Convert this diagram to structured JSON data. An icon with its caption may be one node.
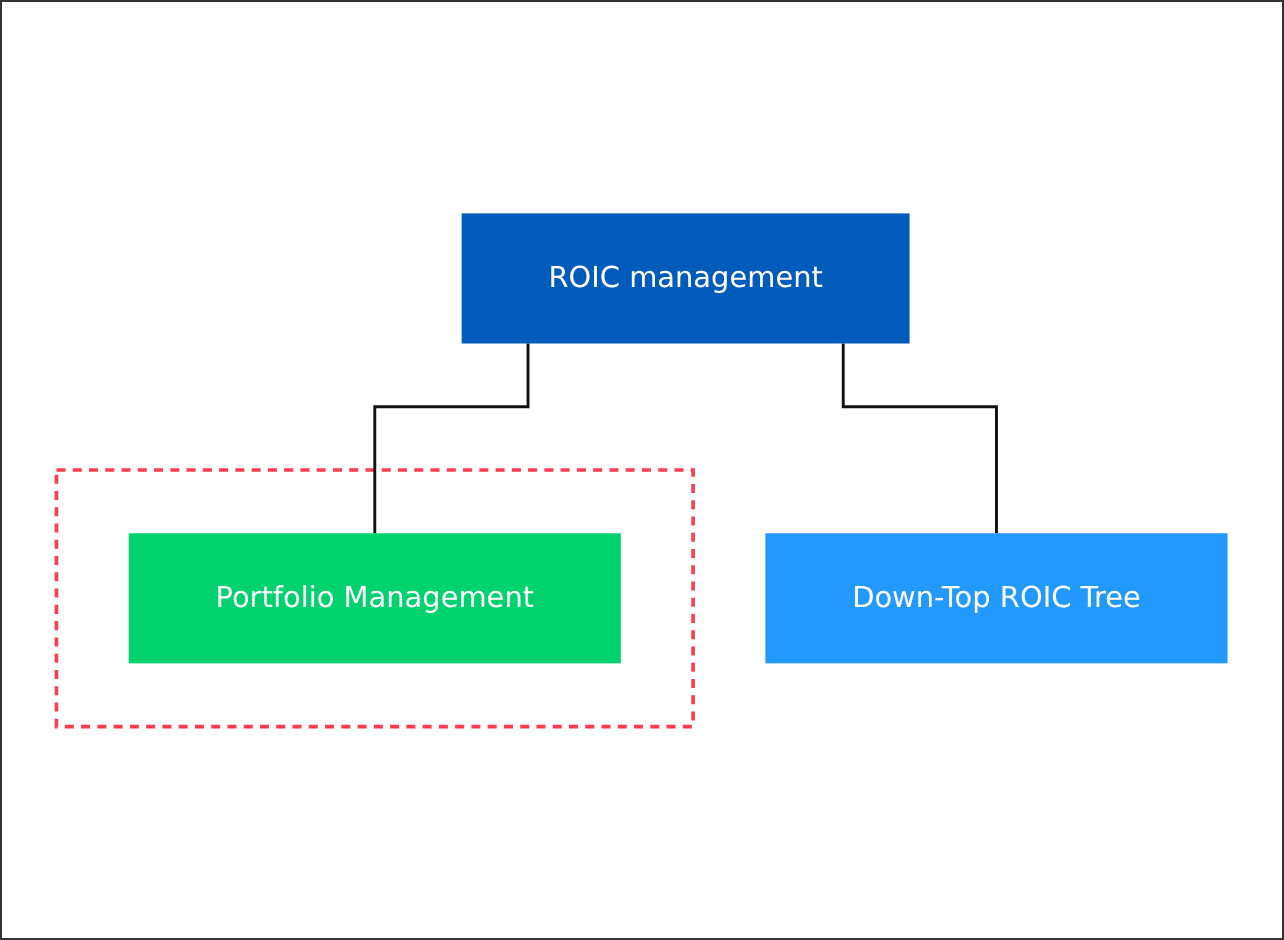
{
  "diagram": {
    "nodes": [
      {
        "text": [
          "ROIC management"
        ]
      },
      {
        "text": [
          "Down-Top ROIC Tree"
        ]
      },
      {
        "text": [],
        "shape": "box"
      },
      {
        "text": [
          "Portfolio Management"
        ],
        "in": 2
      }
    ],
    "edges": [
      {
        "from": 0,
        "to": 1,
        "arrow": "none"
      },
      {
        "from": 0,
        "to": 3,
        "arrow": "none"
      }
    ]
  }
}
